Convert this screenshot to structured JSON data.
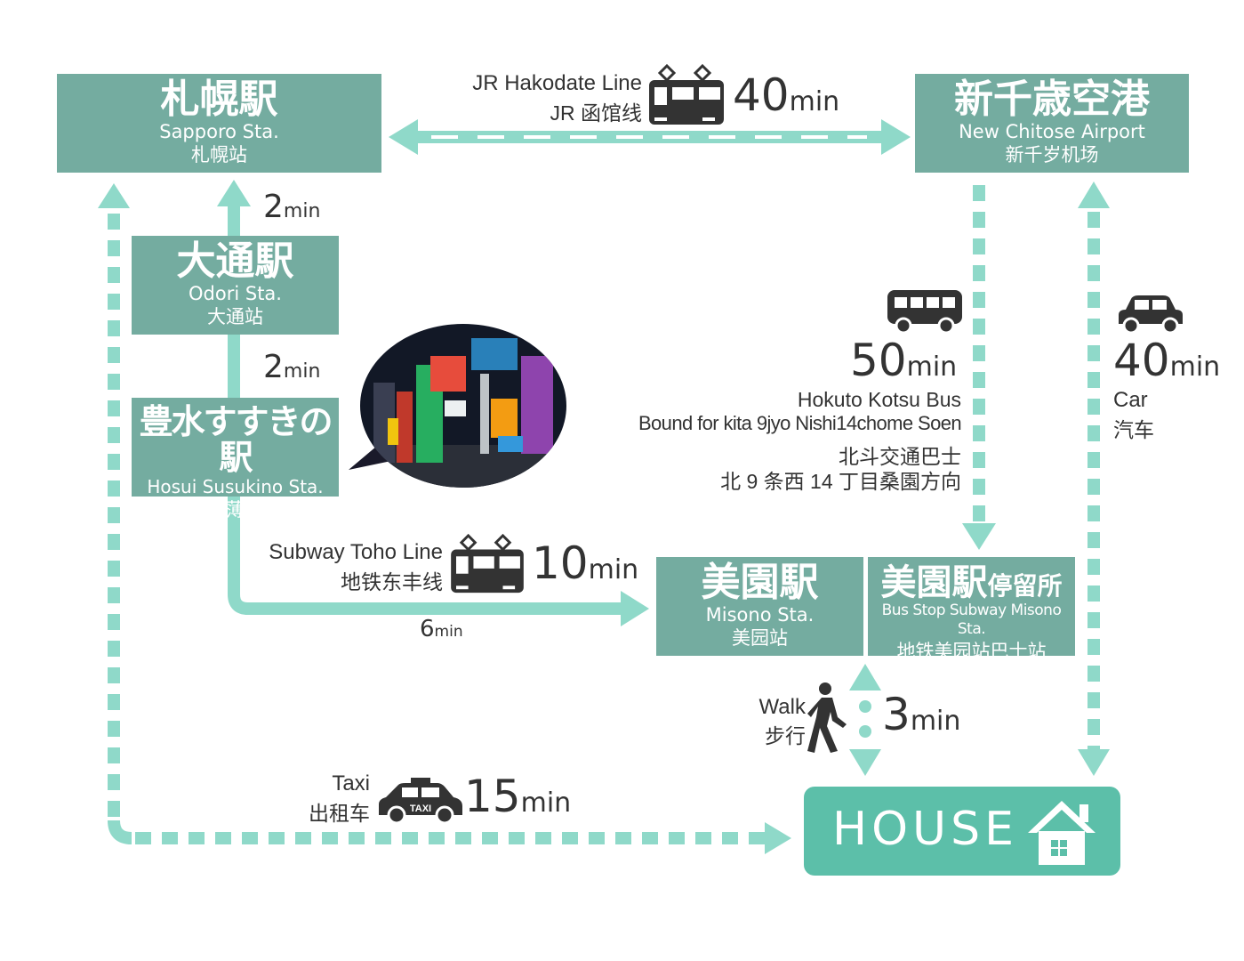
{
  "stations": {
    "sapporo": {
      "ja": "札幌駅",
      "en": "Sapporo Sta.",
      "zh": "札幌站"
    },
    "new_chitose": {
      "ja": "新千歳空港",
      "en": "New Chitose Airport",
      "zh": "新千岁机场"
    },
    "odori": {
      "ja": "大通駅",
      "en": "Odori Sta.",
      "zh": "大通站"
    },
    "hosui_susukino": {
      "ja": "豊水すすきの駅",
      "en": "Hosui Susukino Sta.",
      "zh": "丰水薄野站"
    },
    "misono": {
      "ja": "美園駅",
      "en": "Misono Sta.",
      "zh": "美园站"
    },
    "misono_bus_stop": {
      "ja": "美園駅",
      "ja_suffix": "停留所",
      "en": "Bus Stop Subway Misono Sta.",
      "zh": "地铁美园站巴士站"
    }
  },
  "house": {
    "label": "HOUSE"
  },
  "routes": {
    "jr": {
      "name_en": "JR Hakodate Line",
      "name_zh": "JR 函馆线",
      "time": "40",
      "unit": "min"
    },
    "sapporo_odori": {
      "time": "2",
      "unit": "min"
    },
    "odori_hosui": {
      "time": "2",
      "unit": "min"
    },
    "subway": {
      "name_en": "Subway Toho Line",
      "name_zh": "地铁东丰线",
      "time": "10",
      "unit": "min",
      "walk_time": "6",
      "walk_unit": "min"
    },
    "bus": {
      "time": "50",
      "unit": "min",
      "name_en": "Hokuto Kotsu Bus",
      "dest_en": "Bound for kita 9jyo Nishi14chome Soen",
      "name_zh": "北斗交通巴士",
      "dest_zh": "北 9 条西 14 丁目桑園方向"
    },
    "car": {
      "time": "40",
      "unit": "min",
      "label_en": "Car",
      "label_zh": "汽车"
    },
    "walk": {
      "label_en": "Walk",
      "label_zh": "步行",
      "time": "3",
      "unit": "min"
    },
    "taxi": {
      "label_en": "Taxi",
      "label_zh": "出租车",
      "sign": "TAXI",
      "time": "15",
      "unit": "min"
    }
  },
  "photo": {
    "description_icon": "night-street-photo"
  },
  "colors": {
    "station": "#74aca0",
    "route": "#8fd9c9",
    "house": "#5cbfa9",
    "text": "#333333"
  },
  "icons": [
    "train-icon",
    "bus-icon",
    "car-icon",
    "taxi-icon",
    "walking-person-icon",
    "house-icon"
  ]
}
